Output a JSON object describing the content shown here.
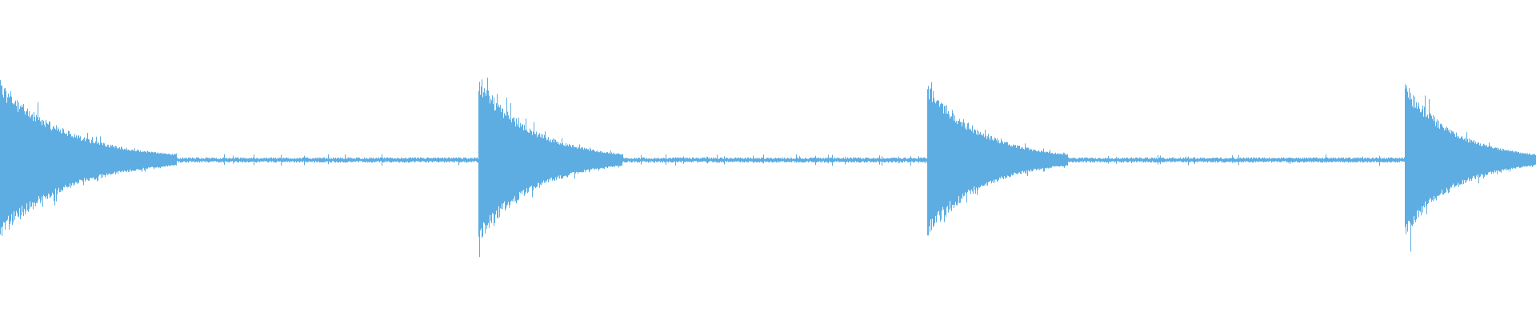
{
  "waveform": {
    "color": "#5DADE2",
    "background": "#FFFFFF",
    "baseline_amplitude": 0.006,
    "peak_amplitude": 0.25,
    "bursts": [
      {
        "start": 0.0,
        "decay_end": 0.115,
        "level": 1.0
      },
      {
        "start": 0.311,
        "decay_end": 0.405,
        "level": 1.05
      },
      {
        "start": 0.6035,
        "decay_end": 0.695,
        "level": 1.0
      },
      {
        "start": 0.9145,
        "decay_end": 1.0,
        "level": 0.98
      }
    ]
  }
}
